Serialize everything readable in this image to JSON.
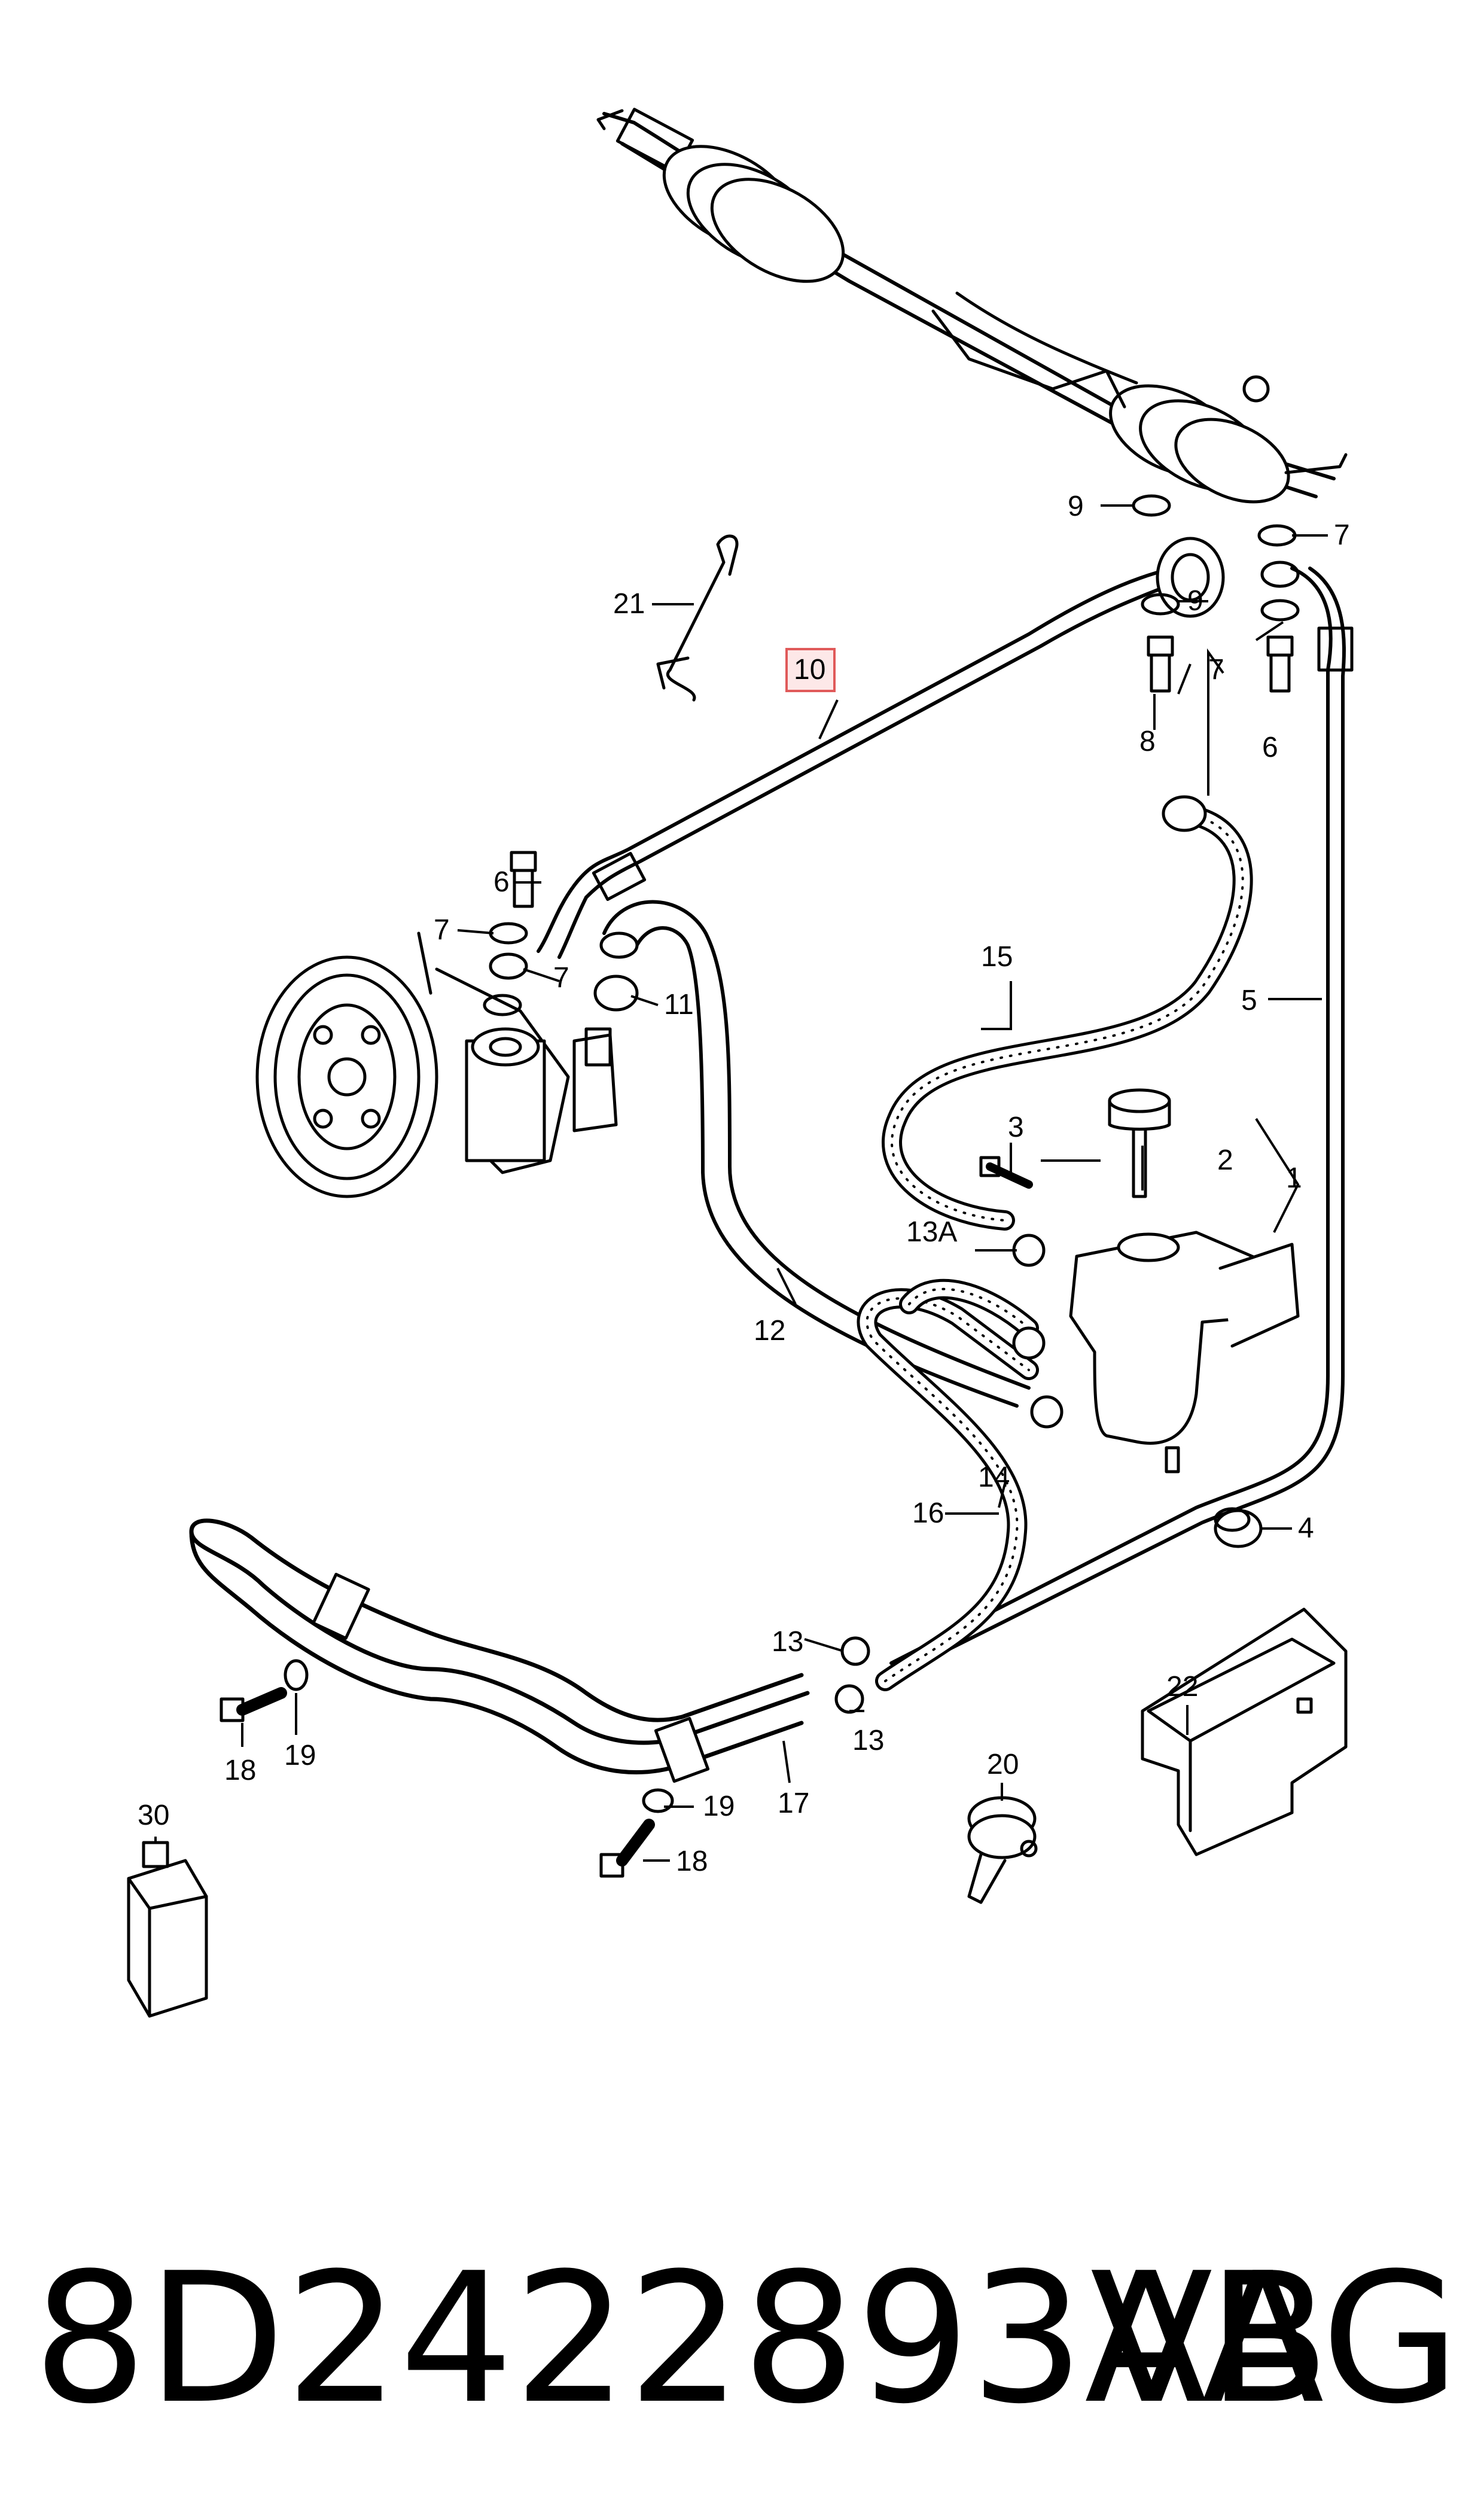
{
  "diagram": {
    "callouts": {
      "c1": "1",
      "c2": "2",
      "c3": "3",
      "c4": "4",
      "c5": "5",
      "c6a": "6",
      "c6b": "6",
      "c7a": "7",
      "c7b": "7",
      "c7c": "7",
      "c7d": "7",
      "c8": "8",
      "c9a": "9",
      "c9b": "9",
      "c10": "10",
      "c11": "11",
      "c12": "12",
      "c13a": "13",
      "c13b": "13",
      "c13A": "13A",
      "c14": "14",
      "c15": "15",
      "c16": "16",
      "c17": "17",
      "c18a": "18",
      "c18b": "18",
      "c19a": "19",
      "c19b": "19",
      "c20": "20",
      "c21": "21",
      "c22": "22",
      "c30": "30"
    },
    "highlight_color": "#e05a5a",
    "highlight_fill": "#fde8e8"
  },
  "footer": {
    "part_number": "8D2422893AB",
    "brand": "VAG"
  }
}
